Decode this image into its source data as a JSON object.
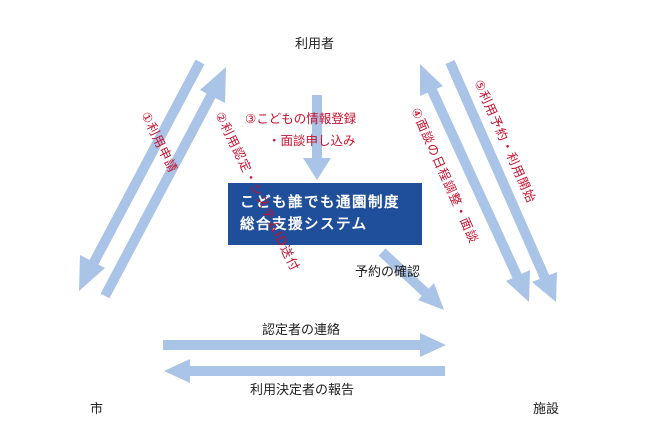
{
  "nodes": {
    "user": "利用者",
    "city": "市",
    "facility": "施設"
  },
  "system": {
    "line1": "こども誰でも通園制度",
    "line2": "総合支援システム"
  },
  "steps": {
    "s1": "①利用申請",
    "s2": "②利用認定・システムID送付",
    "s3_line1": "③こどもの情報登録",
    "s3_line2": "・面談申し込み",
    "s4": "④面談の日程調整・面談",
    "s5": "⑤利用予約・利用開始"
  },
  "labels": {
    "reservation_check": "予約の確認",
    "certified_contact": "認定者の連絡",
    "decision_report": "利用決定者の報告"
  },
  "colors": {
    "arrow": "#a9c4e6",
    "box": "#1f4e9a",
    "red_text": "#c8102e"
  }
}
